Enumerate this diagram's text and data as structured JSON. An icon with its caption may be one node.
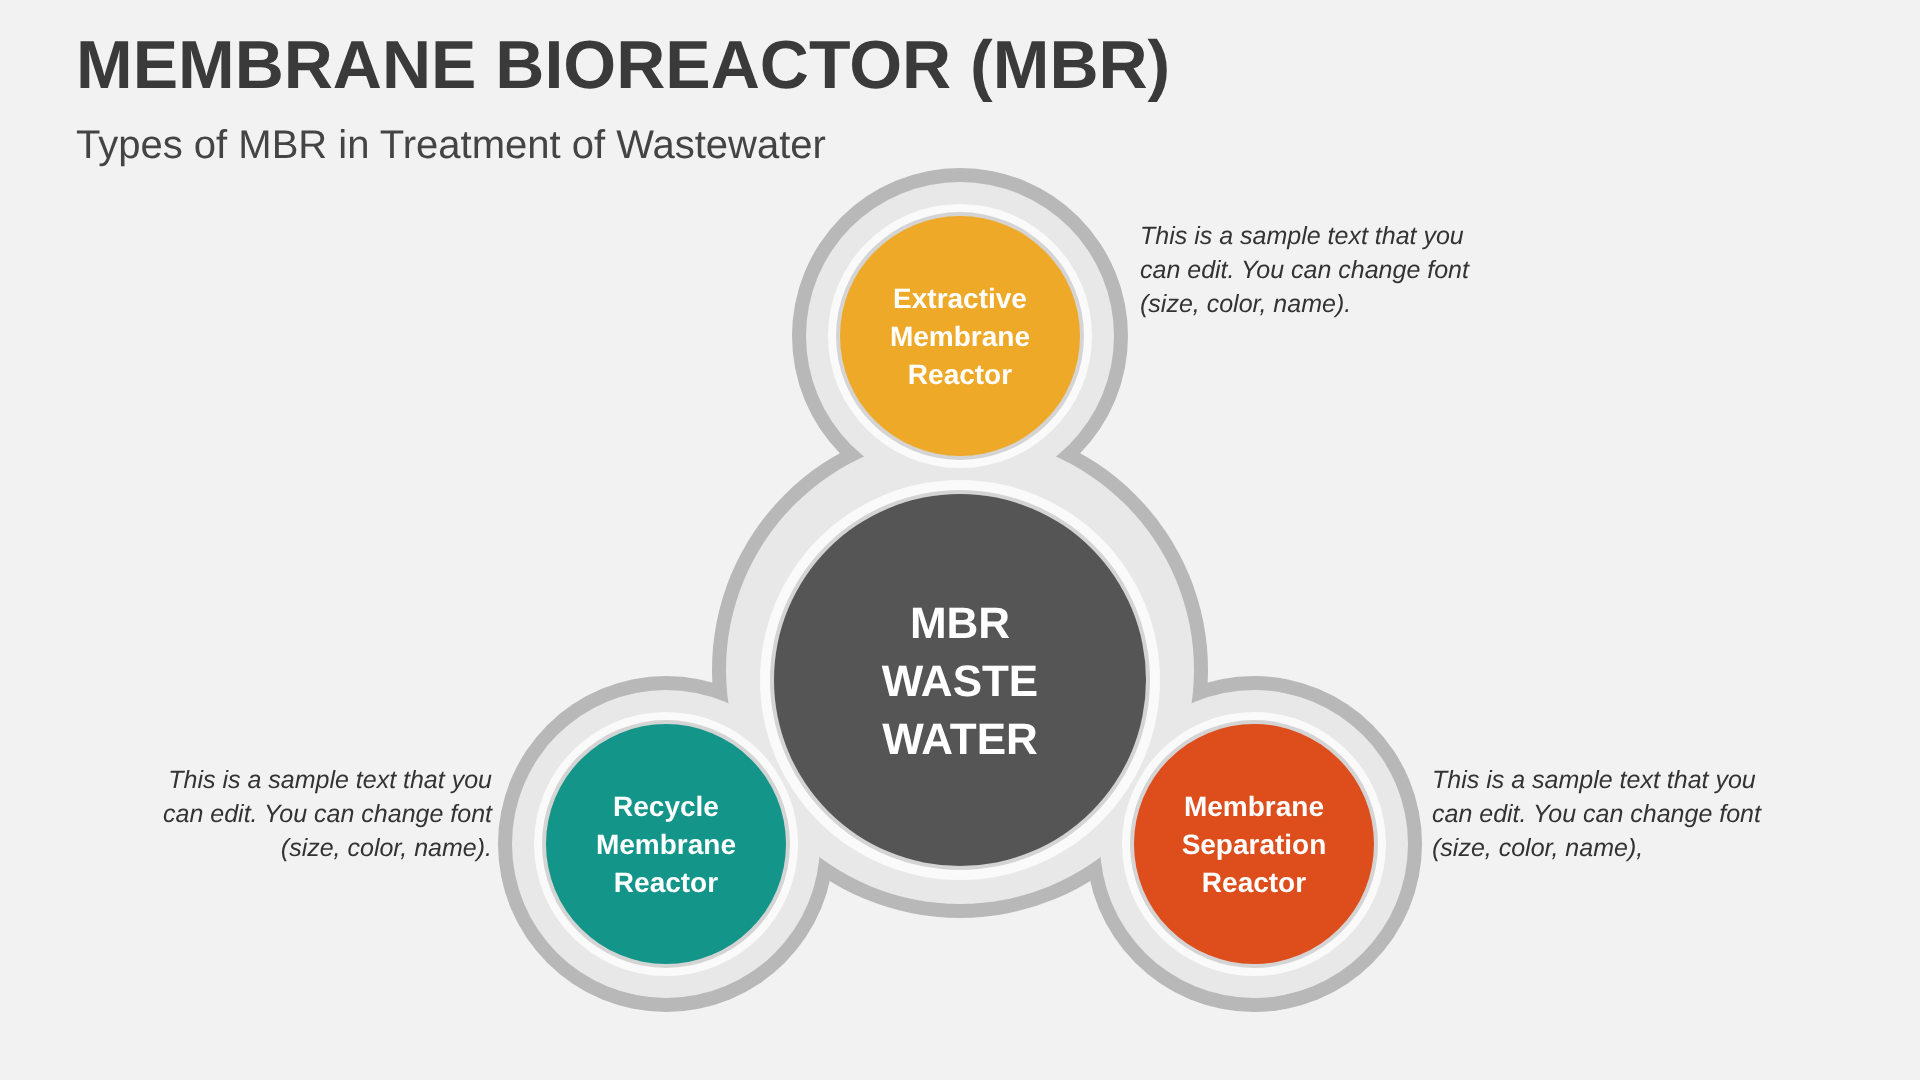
{
  "diagram": {
    "title": "MEMBRANE BIOREACTOR (MBR)",
    "caption": "Types of MBR in Treatment of Wastewater",
    "nodes": [
      {
        "text": [
          "Extractive Membrane Reactor"
        ],
        "beside": [
          "This is a sample text that you can edit. You can change font (size, color, name)."
        ]
      },
      {
        "text": [
          "MBR WASTE WATER"
        ]
      },
      {
        "text": [
          "Recycle Membrane Reactor"
        ],
        "beside": [
          "This is a sample text that you can edit. You can change font (size, color, name)."
        ]
      },
      {
        "text": [
          "Membrane Separation Reactor"
        ],
        "beside": [
          "This is a sample text that you can edit. You can change font (size, color, name),"
        ]
      }
    ],
    "edges": []
  }
}
